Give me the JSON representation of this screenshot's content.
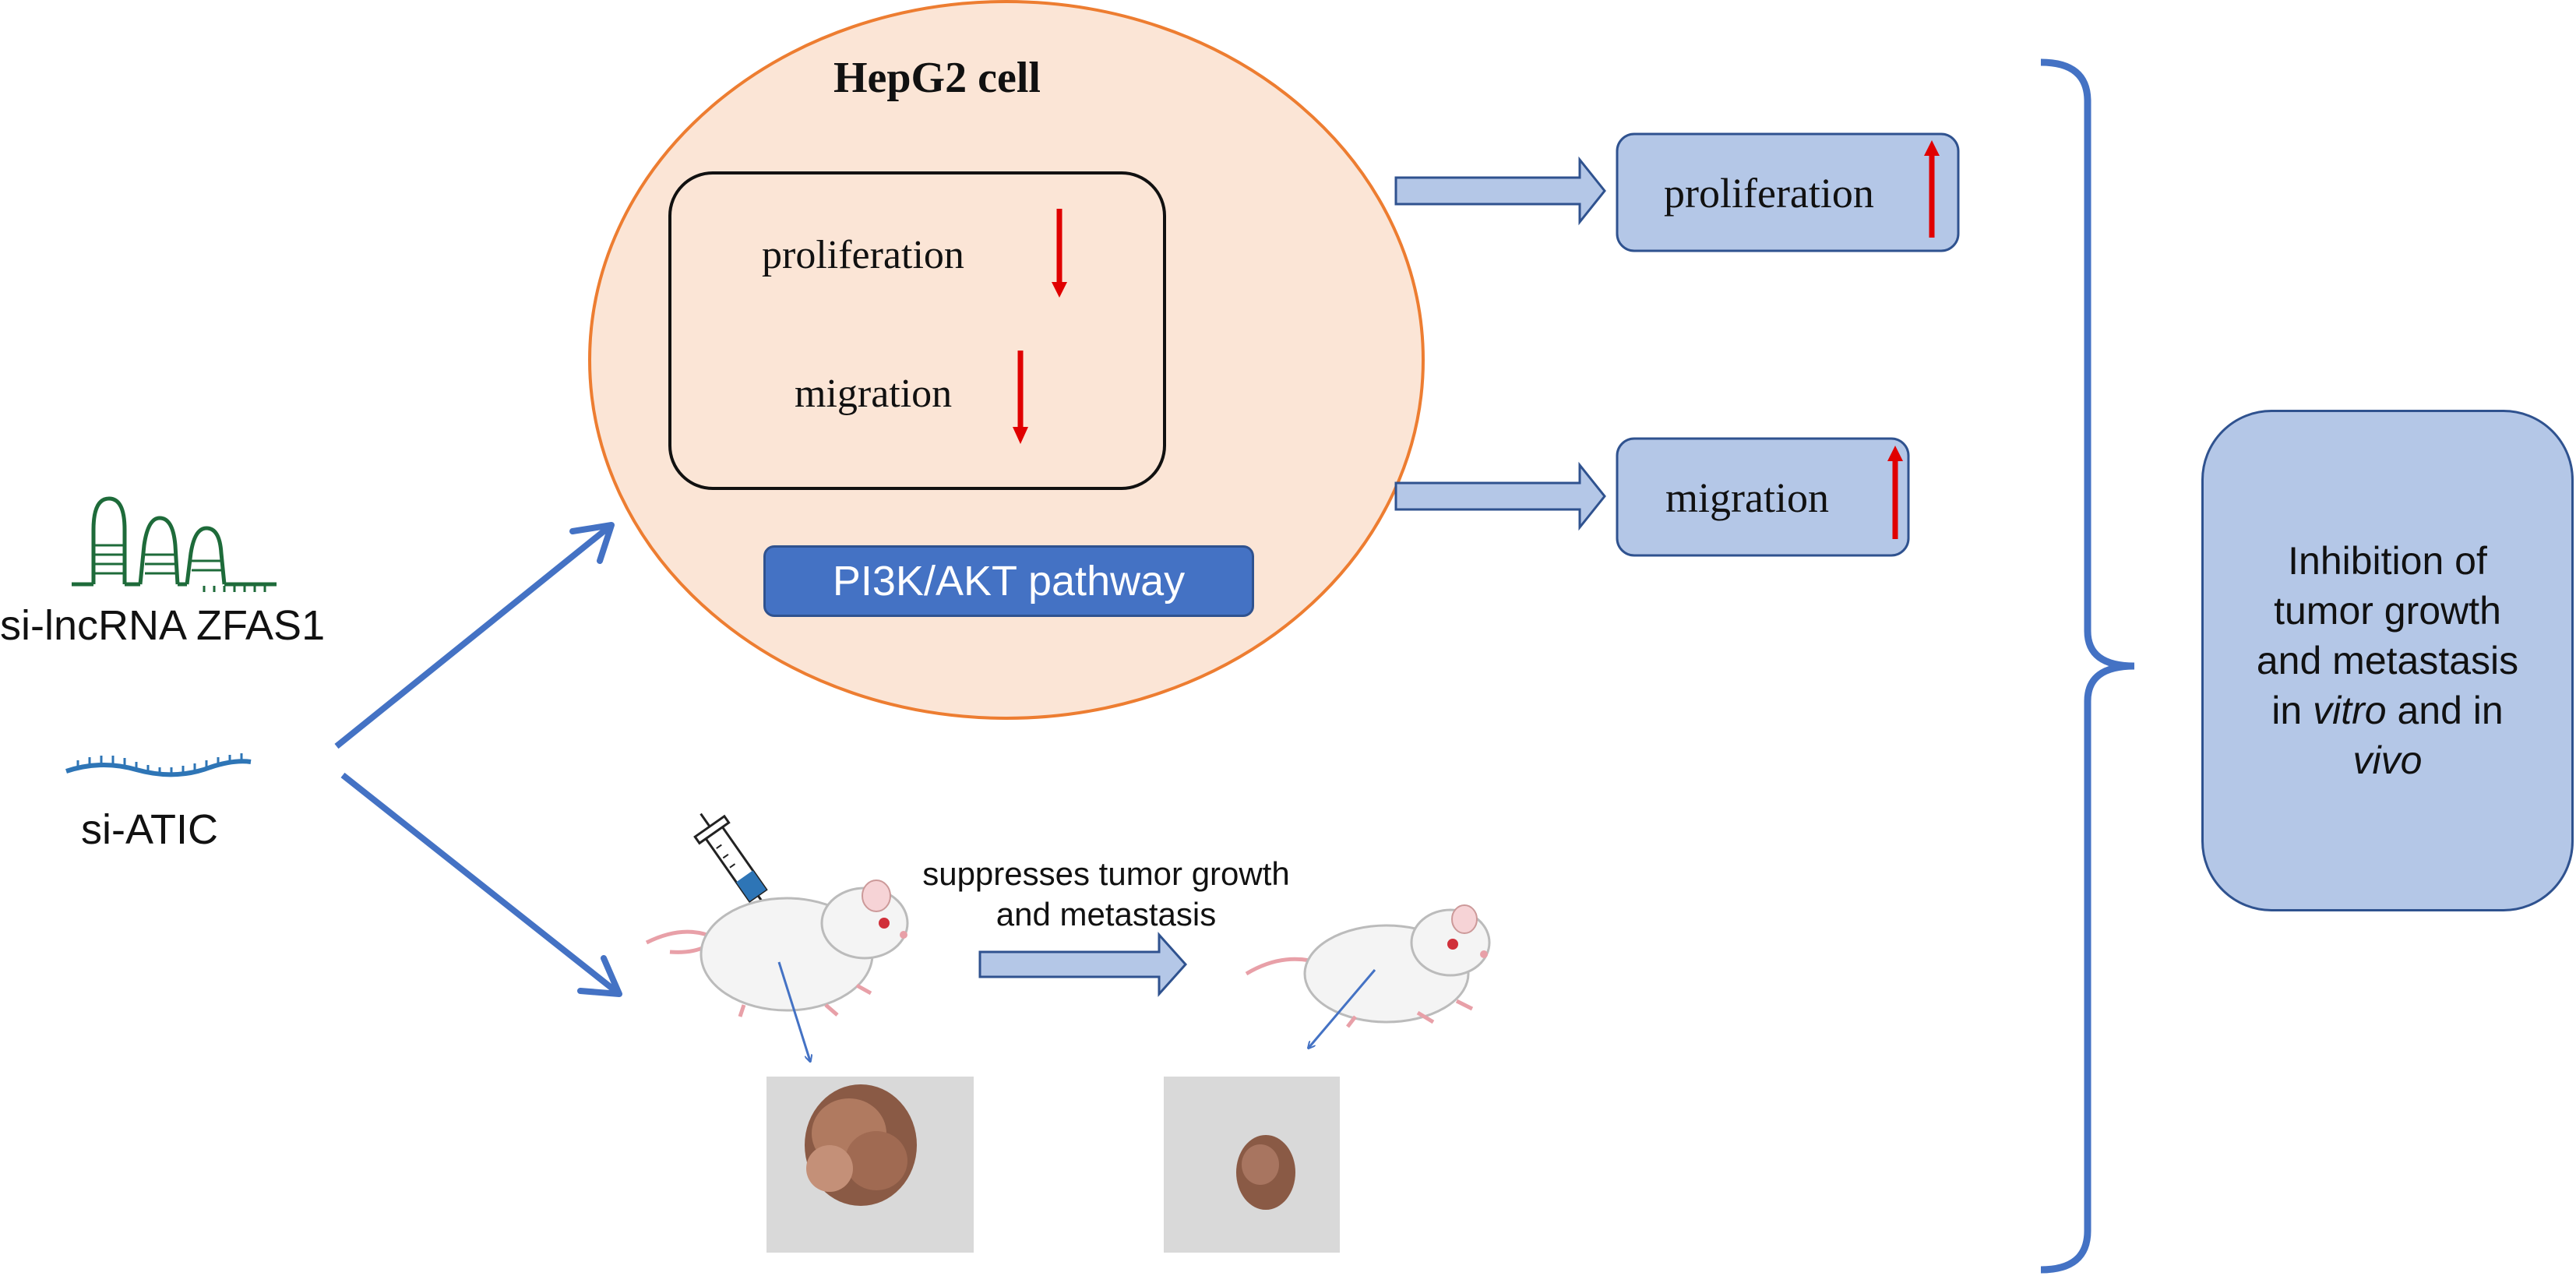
{
  "cell": {
    "title": "HepG2 cell",
    "inner_proliferation": "proliferation",
    "inner_migration": "migration",
    "pathway": "PI3K/AKT pathway"
  },
  "inputs": {
    "lncrna_label": "si-lncRNA ZFAS1",
    "atic_label": "si-ATIC"
  },
  "invivo": {
    "caption_line1": "suppresses tumor growth",
    "caption_line2": "and metastasis"
  },
  "outcomes": {
    "proliferation": "proliferation",
    "migration": "migration"
  },
  "conclusion": {
    "line1": "Inhibition of",
    "line2": "tumor growth",
    "line3": "and metastasis",
    "line4_a": "in ",
    "line4_b": "vitro",
    "line4_c": " and in",
    "line5": "vivo"
  },
  "colors": {
    "cell_fill": "#fbe5d6",
    "cell_border": "#ed7d31",
    "arrow_blue": "#4472c4",
    "block_arrow_fill": "#b4c7e7",
    "block_arrow_stroke": "#2f528f",
    "down_up_arrow": "#e00000",
    "rna_green": "#1e6b3a",
    "rna_blue": "#2e75b6"
  },
  "icons": [
    "syringe-icon",
    "mouse-icon",
    "rna-hairpin-icon",
    "rna-strand-icon",
    "tumor-photo"
  ]
}
